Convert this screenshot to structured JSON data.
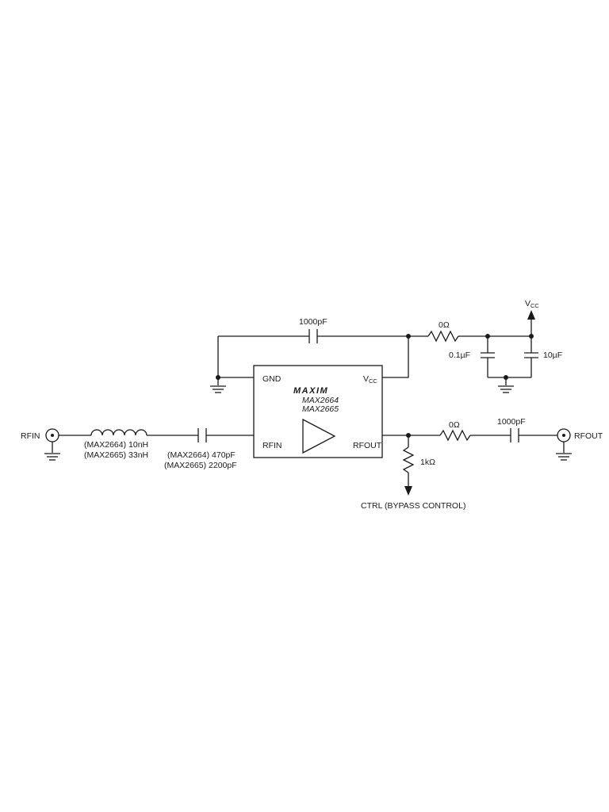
{
  "labels": {
    "rfin_connector": "RFIN",
    "rfout_connector": "RFOUT",
    "vcc_main": "V",
    "vcc_main_sub": "CC",
    "cap_feedback": "1000pF",
    "res_supply": "0Ω",
    "cap_01": "0.1µF",
    "cap_10": "10µF",
    "inductor_line1": "(MAX2664) 10nH",
    "inductor_line2": "(MAX2665) 33nH",
    "cap_in_line1": "(MAX2664) 470pF",
    "cap_in_line2": "(MAX2665) 2200pF",
    "res_out": "0Ω",
    "cap_out": "1000pF",
    "res_ctrl": "1kΩ",
    "ctrl": "CTRL (BYPASS CONTROL)"
  },
  "chip": {
    "logo": "MAXIM",
    "part1": "MAX2664",
    "part2": "MAX2665",
    "pin_gnd": "GND",
    "pin_vcc": "V",
    "pin_vcc_sub": "CC",
    "pin_rfin": "RFIN",
    "pin_rfout": "RFOUT"
  }
}
